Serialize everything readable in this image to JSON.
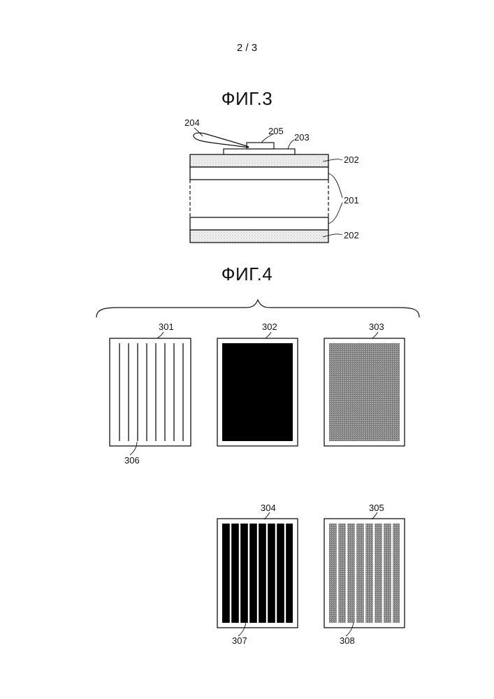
{
  "page_number": "2 / 3",
  "fig3": {
    "title": "ФИГ.3",
    "labels": {
      "l204": "204",
      "l205": "205",
      "l203": "203",
      "l202_top": "202",
      "l201": "201",
      "l201_b": "201",
      "l202_bottom": "202"
    }
  },
  "fig4": {
    "title": "ФИГ.4",
    "labels": {
      "l301": "301",
      "l302": "302",
      "l303": "303",
      "l306": "306",
      "l304": "304",
      "l305": "305",
      "l307": "307",
      "l308": "308"
    }
  }
}
